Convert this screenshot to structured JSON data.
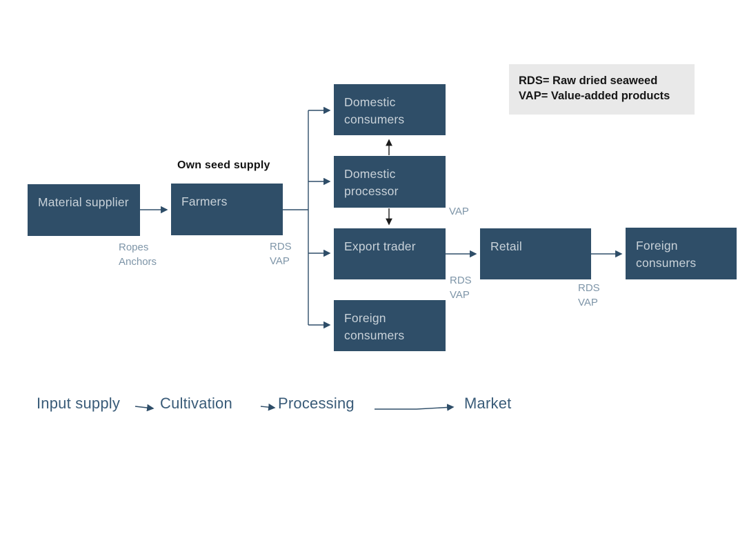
{
  "diagram": {
    "boxes": {
      "material_supplier": "Material supplier",
      "farmers": "Farmers",
      "domestic_consumers": "Domestic consumers",
      "domestic_processor": "Domestic processor",
      "export_trader": "Export trader",
      "foreign_consumers_left": "Foreign consumers",
      "retail": "Retail",
      "foreign_consumers_right": "Foreign consumers"
    },
    "labels": {
      "own_seed_supply": "Own seed supply",
      "ropes_anchors": "Ropes\nAnchors",
      "rds_vap_after_farmers": "RDS\nVAP",
      "vap_after_processor": "VAP",
      "rds_vap_after_export_trader": "RDS\nVAP",
      "rds_vap_after_retail": "RDS\nVAP"
    },
    "legend": {
      "line1": "RDS= Raw dried seaweed",
      "line2": "VAP= Value-added products"
    },
    "stages": {
      "input_supply": "Input supply",
      "cultivation": "Cultivation",
      "processing": "Processing",
      "market": "Market"
    },
    "colors": {
      "box_fill": "#2f4e68",
      "box_text": "#c9d2d9",
      "connector_navy": "#2e4d68",
      "connector_black": "#1b1b1b",
      "small_label": "#7e95a8",
      "stage_text": "#395b78",
      "legend_bg": "#e9e9e9"
    }
  }
}
